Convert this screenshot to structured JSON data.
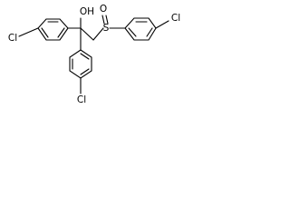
{
  "molecule": {
    "atoms": {
      "cl_left": "Cl",
      "cl_bottom": "Cl",
      "cl_right": "Cl",
      "oh": "OH",
      "sulfur": "S",
      "oxygen": "O"
    },
    "colors": {
      "bond": "#000000",
      "label": "#000000",
      "background": "#ffffff"
    }
  }
}
